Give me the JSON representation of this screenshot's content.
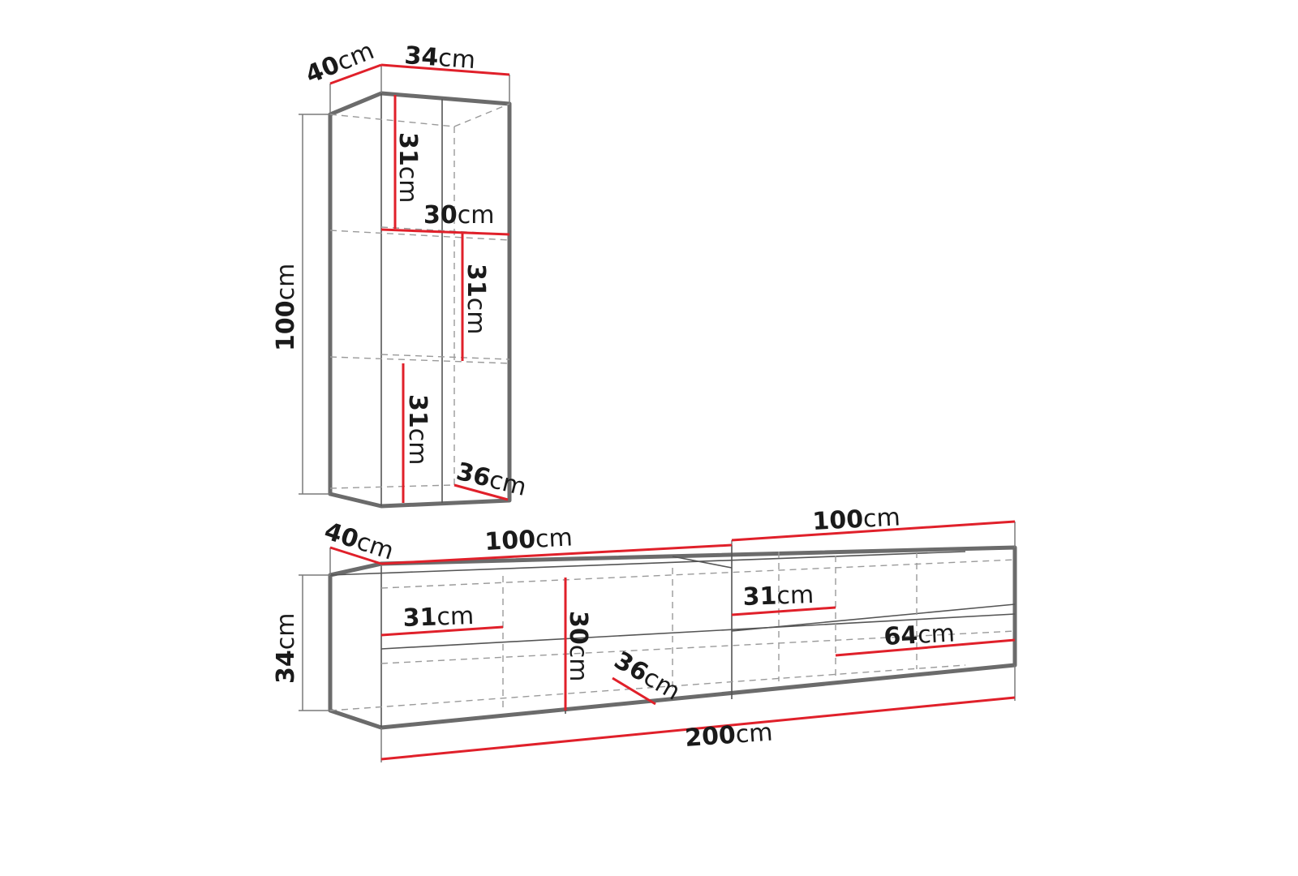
{
  "tall_cabinet": {
    "depth": {
      "num": "40",
      "unit": "cm"
    },
    "width": {
      "num": "34",
      "unit": "cm"
    },
    "height": {
      "num": "100",
      "unit": "cm"
    },
    "shelf_top_height": {
      "num": "31",
      "unit": "cm"
    },
    "shelf_width": {
      "num": "30",
      "unit": "cm"
    },
    "shelf_mid_height": {
      "num": "31",
      "unit": "cm"
    },
    "shelf_bottom_height": {
      "num": "31",
      "unit": "cm"
    },
    "inner_depth": {
      "num": "36",
      "unit": "cm"
    }
  },
  "low_cabinet": {
    "depth": {
      "num": "40",
      "unit": "cm"
    },
    "section_left_width": {
      "num": "100",
      "unit": "cm"
    },
    "section_right_width": {
      "num": "100",
      "unit": "cm"
    },
    "height": {
      "num": "34",
      "unit": "cm"
    },
    "left_shelf_width": {
      "num": "31",
      "unit": "cm"
    },
    "compartment_height": {
      "num": "30",
      "unit": "cm"
    },
    "inner_depth": {
      "num": "36",
      "unit": "cm"
    },
    "right_shelf_width": {
      "num": "31",
      "unit": "cm"
    },
    "right_compartment_width": {
      "num": "64",
      "unit": "cm"
    },
    "total_width": {
      "num": "200",
      "unit": "cm"
    }
  },
  "colors": {
    "dimension_line": "#e0202a",
    "outline": "#6b6b6b"
  }
}
